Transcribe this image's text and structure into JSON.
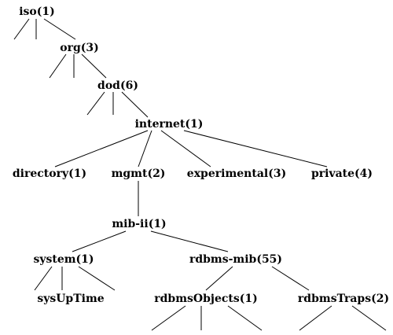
{
  "tree": {
    "nodes": {
      "iso": "iso(1)",
      "org": "org(3)",
      "dod": "dod(6)",
      "internet": "internet(1)",
      "directory": "directory(1)",
      "mgmt": "mgmt(2)",
      "experimental": "experimental(3)",
      "private": "private(4)",
      "mib_ii": "mib-ii(1)",
      "system": "system(1)",
      "rdbms_mib": "rdbms-mib(55)",
      "sysuptime": "sysUpTime",
      "rdbms_objects": "rdbmsObjects(1)",
      "rdbms_traps": "rdbmsTraps(2)"
    }
  }
}
